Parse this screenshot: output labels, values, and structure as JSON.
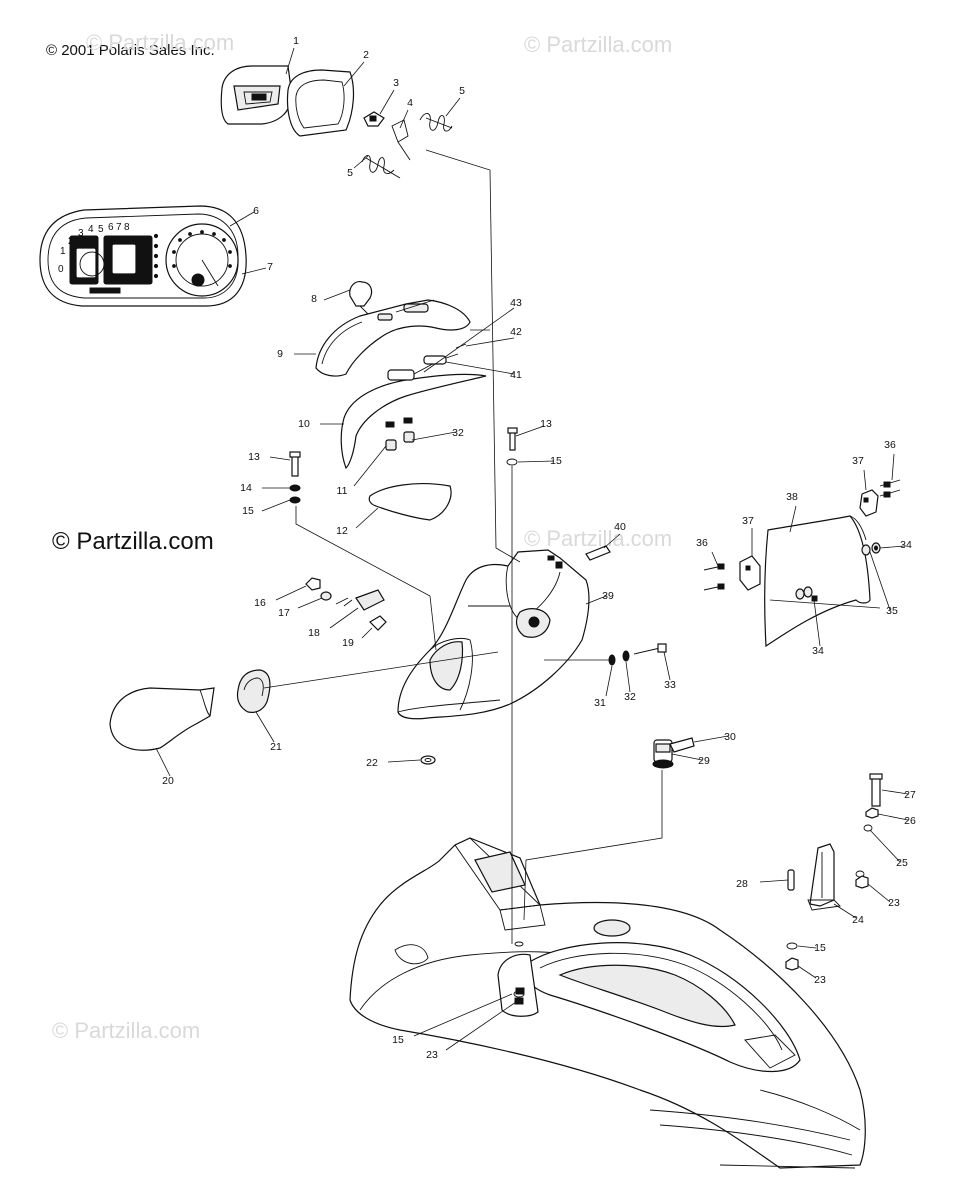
{
  "copyright": "© 2001 Polaris Sales Inc.",
  "watermarks": {
    "light": "© Partzilla.com",
    "dark": "© Partzilla.com"
  },
  "gauge_numbers": [
    "0",
    "1",
    "2",
    "3",
    "4",
    "5",
    "6",
    "7",
    "8"
  ],
  "callouts": [
    {
      "id": "c1",
      "label": "1"
    },
    {
      "id": "c2",
      "label": "2"
    },
    {
      "id": "c3",
      "label": "3"
    },
    {
      "id": "c4",
      "label": "4"
    },
    {
      "id": "c5a",
      "label": "5"
    },
    {
      "id": "c5b",
      "label": "5"
    },
    {
      "id": "c6",
      "label": "6"
    },
    {
      "id": "c7",
      "label": "7"
    },
    {
      "id": "c8",
      "label": "8"
    },
    {
      "id": "c9",
      "label": "9"
    },
    {
      "id": "c10",
      "label": "10"
    },
    {
      "id": "c11",
      "label": "11"
    },
    {
      "id": "c12",
      "label": "12"
    },
    {
      "id": "c13a",
      "label": "13"
    },
    {
      "id": "c13b",
      "label": "13"
    },
    {
      "id": "c14",
      "label": "14"
    },
    {
      "id": "c15a",
      "label": "15"
    },
    {
      "id": "c15b",
      "label": "15"
    },
    {
      "id": "c15c",
      "label": "15"
    },
    {
      "id": "c15d",
      "label": "15"
    },
    {
      "id": "c16",
      "label": "16"
    },
    {
      "id": "c17",
      "label": "17"
    },
    {
      "id": "c18",
      "label": "18"
    },
    {
      "id": "c19",
      "label": "19"
    },
    {
      "id": "c20",
      "label": "20"
    },
    {
      "id": "c21",
      "label": "21"
    },
    {
      "id": "c22",
      "label": "22"
    },
    {
      "id": "c23a",
      "label": "23"
    },
    {
      "id": "c23b",
      "label": "23"
    },
    {
      "id": "c23c",
      "label": "23"
    },
    {
      "id": "c24",
      "label": "24"
    },
    {
      "id": "c25",
      "label": "25"
    },
    {
      "id": "c26",
      "label": "26"
    },
    {
      "id": "c27",
      "label": "27"
    },
    {
      "id": "c28",
      "label": "28"
    },
    {
      "id": "c29",
      "label": "29"
    },
    {
      "id": "c30",
      "label": "30"
    },
    {
      "id": "c31",
      "label": "31"
    },
    {
      "id": "c32a",
      "label": "32"
    },
    {
      "id": "c32b",
      "label": "32"
    },
    {
      "id": "c33",
      "label": "33"
    },
    {
      "id": "c34a",
      "label": "34"
    },
    {
      "id": "c34b",
      "label": "34"
    },
    {
      "id": "c35",
      "label": "35"
    },
    {
      "id": "c36a",
      "label": "36"
    },
    {
      "id": "c36b",
      "label": "36"
    },
    {
      "id": "c37a",
      "label": "37"
    },
    {
      "id": "c37b",
      "label": "37"
    },
    {
      "id": "c38",
      "label": "38"
    },
    {
      "id": "c39",
      "label": "39"
    },
    {
      "id": "c40",
      "label": "40"
    },
    {
      "id": "c41",
      "label": "41"
    },
    {
      "id": "c42",
      "label": "42"
    },
    {
      "id": "c43",
      "label": "43"
    }
  ]
}
